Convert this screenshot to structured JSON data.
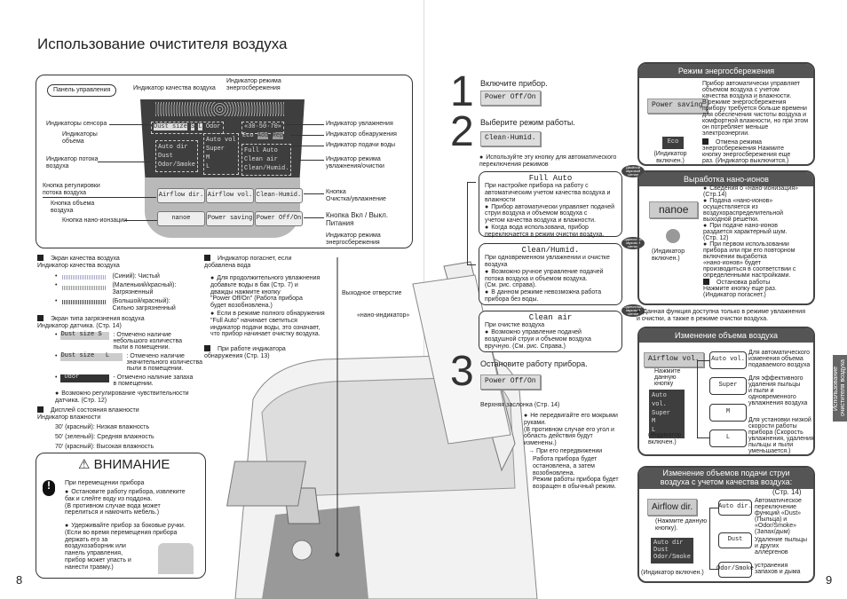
{
  "title": "Использование очистителя воздуха",
  "panel": {
    "label": "Панель управления",
    "top_labels": [
      "Индикатор качества воздуха",
      "Индикатор режима\nэнергосбережения"
    ],
    "left_labels": [
      "Индикаторы сенсора",
      "Индикаторы\nобъема",
      "Индикатор потока\nвоздуха",
      "Кнопка регулировки\nпотока воздуха",
      "Кнопка объема\nвоздуха",
      "Кнопка нано-ионзации"
    ],
    "right_labels": [
      "Индикатор увлажнения",
      "Индикатор обнаружения",
      "Индикатор подачи воды",
      "Индикатор режима\nувлажнения/очистки",
      "Кнопка\nОчистка/увлажнение",
      "Кнопка Вкл / Выкл.\nПитания",
      "Индикатор режима\nэнергосбережения"
    ],
    "lcd": {
      "dust_size": "Dust size",
      "s": "S",
      "l": "L",
      "odor": "Odor",
      "humidity": "«30·50·70»",
      "eco": "Eco",
      "add": "Add",
      "rep": "Rep",
      "dir": "Auto dir\nDust\nOdor/Smoke",
      "vol": "Auto vol\nSuper\nM\nL",
      "modes": "Full Auto\nClean air\nClean/Humid."
    },
    "buttons_row1": [
      "Airflow dir.",
      "Airflow vol.",
      "Clean·Humid."
    ],
    "buttons_row2": [
      "nanoe",
      "Power saving",
      "Power Off/On"
    ]
  },
  "left": {
    "s1": "Экран качества воздуха\nИндикатор качества воздуха",
    "s1_items": [
      "(Синий): Чистый",
      "(Маленький/красный):\nЗагрязненный",
      "(Большой/красный):\nСильно загрязненный"
    ],
    "s2": "Экран типа загрязнения воздуха\nИндикатор датчика. (Стр. 14)",
    "s2_items": [
      {
        "tag": "Dust size S",
        "text": ": Отмечено наличие\nнебольшого количества\nпыли в помещении."
      },
      {
        "tag": "Dust size   L",
        "text": ": Отмечено наличие\nзначительного количества\nпыли в помещении."
      },
      {
        "tag": "Odor",
        "text": "- Отмечено наличие запаха\nв помещении."
      }
    ],
    "s2_note": "Возможно регулирование чувствительности\nдатчика. (Стр. 12)",
    "s3": "Дисплей состояния влажности\nИндикатор влажности",
    "s3_items": [
      "30' (красный): Низкая влажность",
      "50' (зеленый): Средняя влажность",
      "70' (красный): Высокая влажность"
    ],
    "m1": "Индикатор погаснет, если\nдобавлена вода",
    "m1_items": [
      "Для продолжительного увлажнения\nдобавьте воды в бак (Стр. 7) и\nдважды нажмите кнопку\n\"Power Off/On\" (Работа прибора\nбудет возобновлена.)",
      "Если в режиме полного обнаружения\n\"Full Auto\" начинает светиться\nиндикатор подачи воды, это означает,\nчто прибор начинает очистку воздуха."
    ],
    "m2": "При работе индикатора\nобнаружения (Стр. 13)",
    "outlet": "Выходное отверстие",
    "nano": "«нано-индикатор»"
  },
  "caution": {
    "title": "ВНИМАНИЕ",
    "sub": "При перемещении прибора",
    "items": [
      "Остановите работу прибора, извлеките\nбак и слейте воду из поддона.\n(В противном случае вода может\nперелиться и намочить мебель.)",
      "Удерживайте прибор за боковые ручки.\n(Если во время перемещения прибора\nдержать его за\nвоздухозаборник или\nпанель управления,\nприбор может упасть и\nнанести травму.)"
    ]
  },
  "steps": [
    {
      "num": "1",
      "text": "Включите прибор.",
      "button": "Power Off/On"
    },
    {
      "num": "2",
      "text": "Выберите режим работы.",
      "button": "Clean·Humid."
    },
    {
      "num": "3",
      "text": "Остановите работу прибора.",
      "button": "Power Off/On"
    }
  ],
  "step2_note": "Используйте эту кнопку для автоматического\nпереключения режимов",
  "modes": [
    {
      "name": "Full Auto",
      "badge": "Двойной звуковой сигнал",
      "desc": "При настройке прибора на работу с\nавтоматическим учетом качества воздуха и\nвлажности",
      "items": [
        "Прибор автоматически управляет подачей\nструи воздуха и объемом воздуха с\nучетом качества воздуха и влажности.",
        "Когда вода использована, прибор\nпереключается в режим очистки воздуха."
      ]
    },
    {
      "name": "Clean/Humid.",
      "badge": "Одиночный звуковой сигнал",
      "desc": "При одновременном увлажнении и очистке\nвоздуха",
      "items": [
        "Возможно ручное управление подачей\nпотока воздуха и объемом воздуха.\n(См. рис. справа).",
        "В данном режиме невозможна работа\nприбора без воды."
      ]
    },
    {
      "name": "Clean air",
      "badge": "Одиночный звуковой сигнал",
      "desc": "При очистке воздуха",
      "items": [
        "Возможно управление подачей\nвоздушной струи и объемом воздуха\nвручную. (См. рис. Справа.)"
      ]
    }
  ],
  "flap": {
    "label": "Верхняя заслонка (Стр. 14)",
    "note": "Не передвигайте его мокрыми\nруками.\n(В противном случае его угол и\nобласть действия будут\nизменены.)",
    "arrow": "→ При его передвижении",
    "after": "Работа прибора будет\nостановлена, а затем\nвозобновлена.\nРежим работы прибора будет\nвозращен в обычный режим."
  },
  "power_saving": {
    "title": "Режим энергосбережения",
    "button": "Power saving",
    "eco": "Eco",
    "ind": "(Индикатор включен.)",
    "text": "Прибор автоматически управляет\nобъемом воздуха с учетом\nкачества воздуха и влажности.\nВ режиме энергосбережения\nприбору требуется больше времени\nдля обеспечения чистоты воздуха и\nкомфортной влажности, но при этом\nон потребляет меньше\nэлектроэнергии.",
    "cancel": "Отмена режима\nэнергосбережения Нажмите\nкнопку энергосбережения еще\nраз. (Индикатор выключится.)"
  },
  "nanoe": {
    "title": "Выработка нано-ионов",
    "button": "nanoe",
    "ind": "(Индикатор\nвключен.)",
    "items": [
      "Сведения о «нано-ионизация»\n(Стр.14)",
      "Подача «нано-ионов»\nосуществляется из\nвоздухораспределительной\nвыходной решетки.",
      "При подаче нано-ионов\nраздается характерный шум.\n(Стр. 12)",
      "При первом использовании\nприбора или при его повторном\nвключении выработка\n«нано-ионов» будет\nпроизводиться в соответствии с\nопределенными настройками."
    ],
    "stop": "Остановка работы\nНажмите кнопку еще раз.\n(Индикатор погаснет.)",
    "note": "Данная функция доступна только в режиме увлажнения\nи очистки, а также в режиме очистки воздуха."
  },
  "airflow_vol": {
    "title": "Изменение объема воздуха",
    "button": "Airflow vol.",
    "press": "Нажмите\nданную\nкнопку",
    "display": "Auto vol.\nSuper\nM\nL",
    "ind": "(Индикатор\nвключен.)",
    "flow": [
      "Auto vol.",
      "Super",
      "M",
      "L"
    ],
    "desc": [
      "Для автоматического\nизменения объема\nподаваемого воздуха",
      "Для эффективного\nудаления пыльцы\nи пыли и\nодновременного\nувлажнения воздуха",
      "Для установки низкой\nскорости работы\nприбора (Скорость\nувлажнения, удаления\nпыльцы и пыли\nуменьшается.)"
    ]
  },
  "airflow_dir": {
    "title": "Изменение объемов подачи струи\nвоздуха с учетом качества воздуха:",
    "ref": "(Стр. 14)",
    "button": "Airflow dir.",
    "press": "(Нажмите данную\nкнопку).",
    "display": "Auto dir\nDust\nOdor/Smoke",
    "ind": "(Индикатор включен.)",
    "flow": [
      "Auto dir.",
      "Dust",
      "Odor/Smoke"
    ],
    "desc": [
      "Автоматическое\nпереключение\nфункций «Dust»\n(Пыльца) и\n«Odor/Smoke»\n(Запах/дым)",
      "Удаление пыльцы\nи других\nаллергенов",
      "устранения\nзапахов и дыма"
    ]
  },
  "side_tab": "Использование\nочистителя воздуха",
  "page_left": "8",
  "page_right": "9"
}
